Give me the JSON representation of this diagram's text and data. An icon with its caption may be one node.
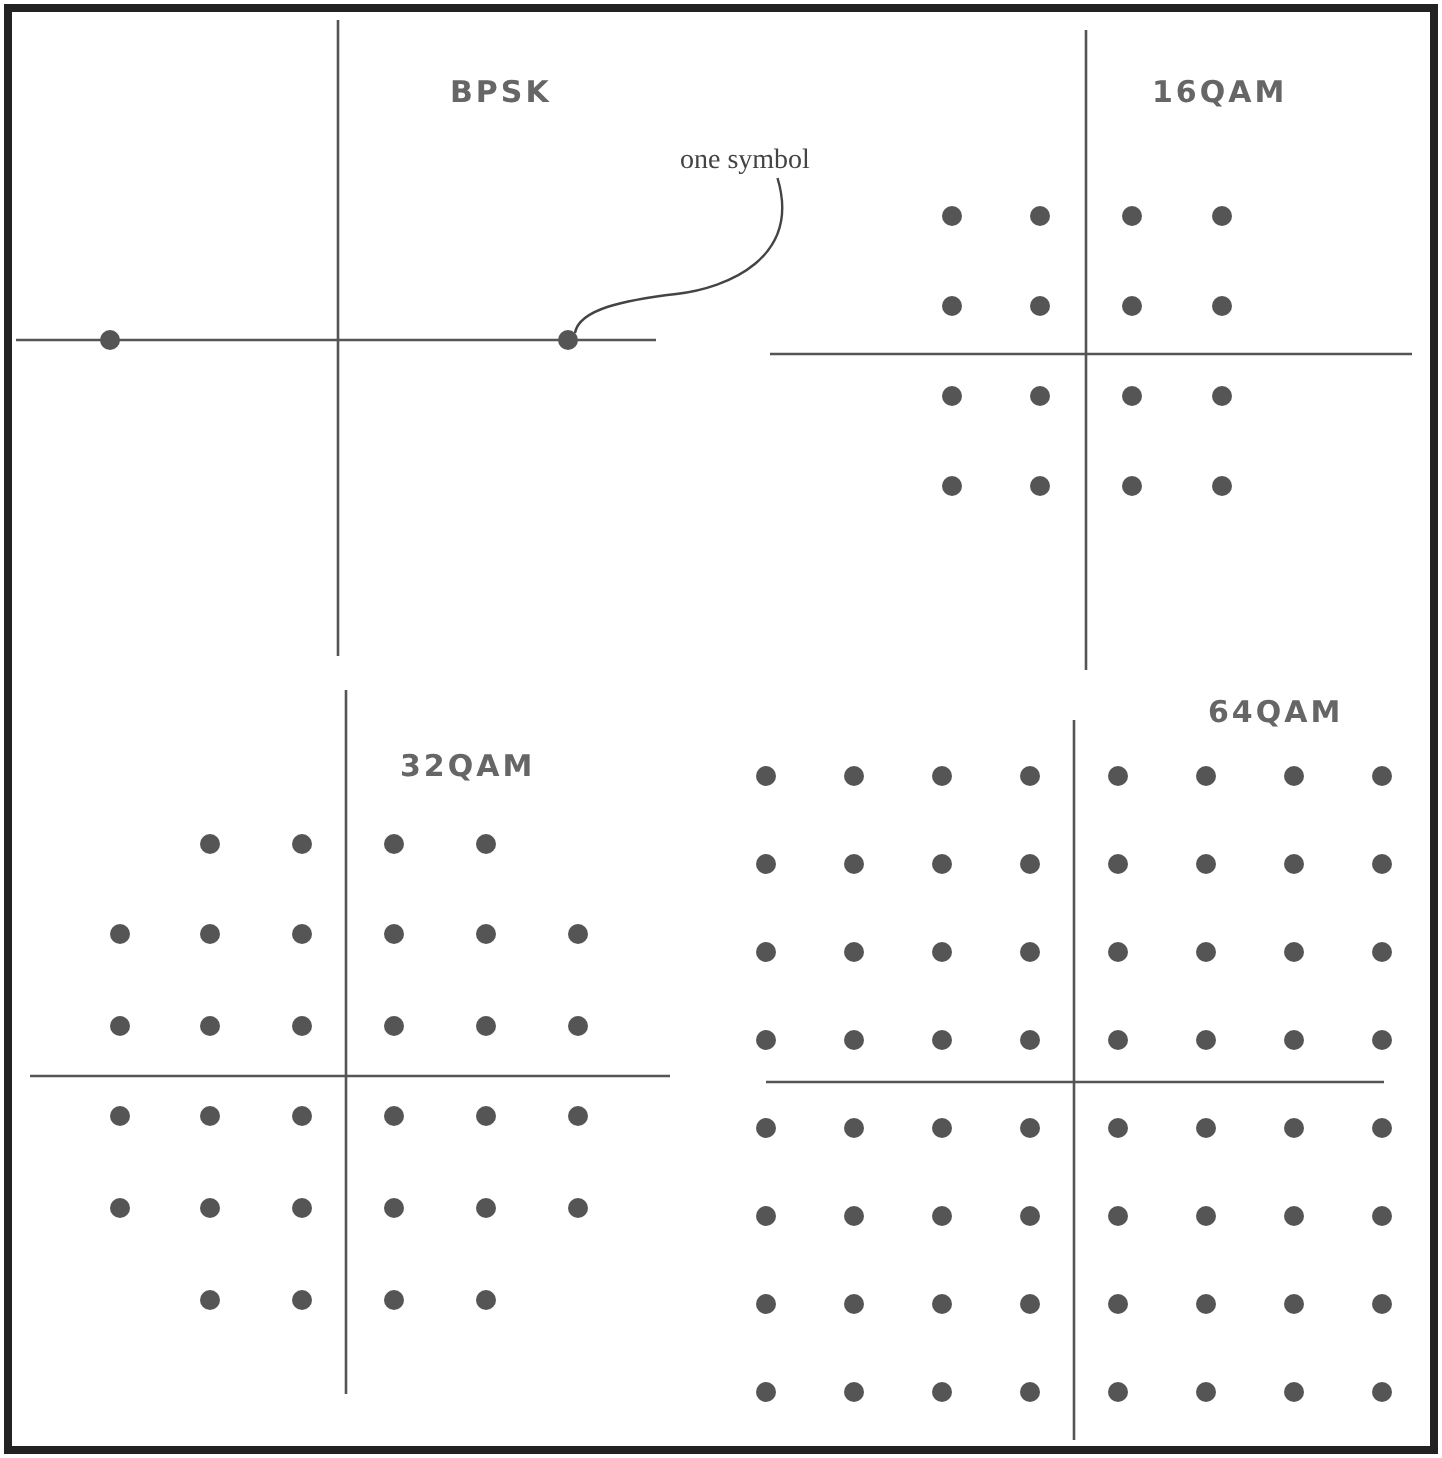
{
  "diagram": {
    "nodes": [
      {
        "text": [
          "one symbol"
        ]
      },
      {
        "text": [],
        "shape": "circle"
      }
    ],
    "edges": [
      {
        "from": 0,
        "to": 1,
        "arrow": "none"
      }
    ],
    "labels": [
      "BPSK",
      "16QAM",
      "32QAM",
      "64QAM"
    ]
  }
}
